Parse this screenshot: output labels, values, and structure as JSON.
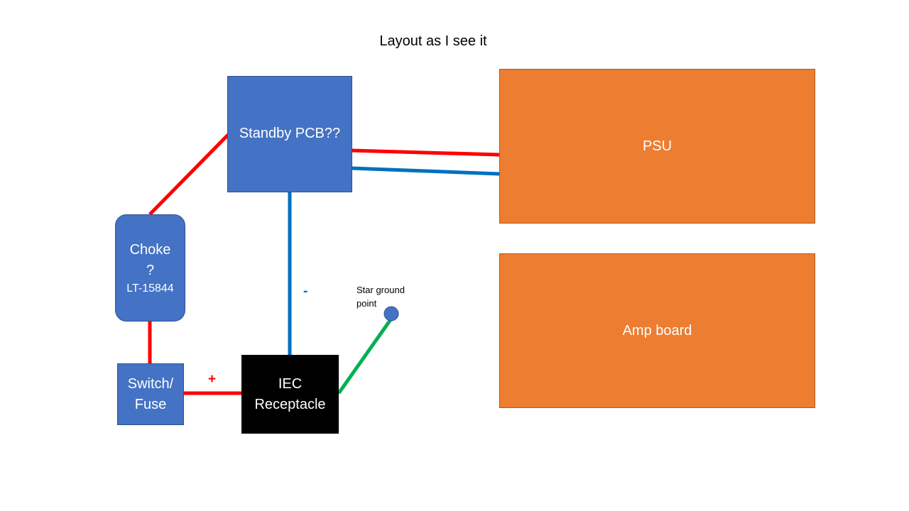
{
  "title": "Layout as I see it",
  "colors": {
    "component_blue": "#4472c4",
    "component_orange": "#ed7d31",
    "iec_black": "#000000",
    "live_wire_red": "#ff0000",
    "neutral_wire_blue": "#0070c0",
    "ground_wire_green": "#00b050"
  },
  "components": {
    "standby_pcb": "Standby PCB??",
    "psu": "PSU",
    "amp_board": "Amp board",
    "choke_line1": "Choke",
    "choke_line2": "?",
    "choke_part": "LT-15844",
    "switch_line1": "Switch/",
    "switch_line2": "Fuse",
    "iec_line1": "IEC",
    "iec_line2": "Receptacle"
  },
  "labels": {
    "star_ground_line1": "Star ground",
    "star_ground_line2": "point",
    "minus_sign": "-",
    "plus_sign": "+"
  },
  "wires": [
    {
      "name": "iec-to-switch",
      "color": "red"
    },
    {
      "name": "switch-to-choke",
      "color": "red"
    },
    {
      "name": "choke-to-standby",
      "color": "red"
    },
    {
      "name": "standby-to-psu-live",
      "color": "red"
    },
    {
      "name": "standby-to-psu-neutral",
      "color": "blue"
    },
    {
      "name": "iec-to-standby-neutral",
      "color": "blue"
    },
    {
      "name": "iec-to-star-ground",
      "color": "green"
    }
  ]
}
